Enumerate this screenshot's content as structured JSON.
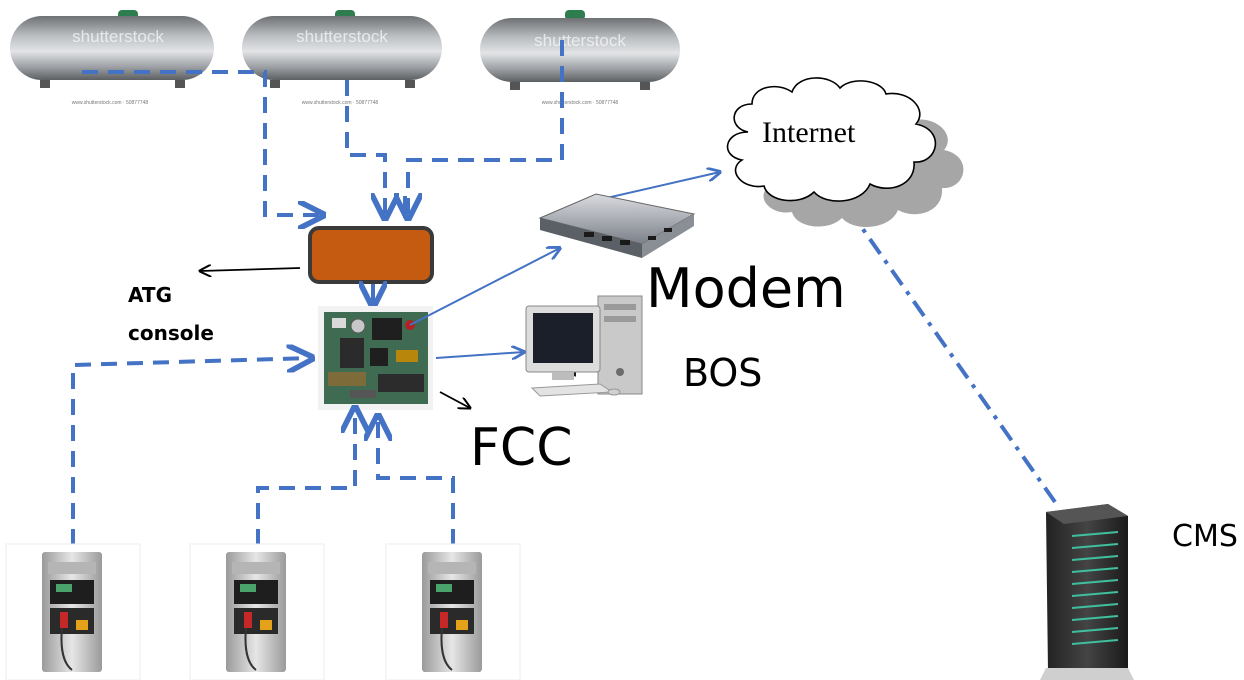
{
  "labels": {
    "atg_console": "ATG\nconsole",
    "modem": "Modem",
    "bos": "BOS",
    "fcc": "FCC",
    "cms": "CMS",
    "internet": "Internet"
  },
  "tank_images": {
    "watermark": "shutterstock",
    "caption": "www.shutterstock.com · 50877748"
  },
  "colors": {
    "link_blue": "#4472c4",
    "atg_fill": "#c55a11",
    "atg_border": "#3a3a3a",
    "tank_grey": "#8f9296",
    "cloud_shadow": "#a6a6a6"
  },
  "icons": {
    "tank": "fuel-storage-tank-icon",
    "pump": "fuel-dispenser-icon",
    "fcc": "circuit-board-icon",
    "modem": "network-hub-icon",
    "bos": "desktop-computer-icon",
    "cms": "server-rack-icon",
    "cloud": "cloud-icon"
  }
}
